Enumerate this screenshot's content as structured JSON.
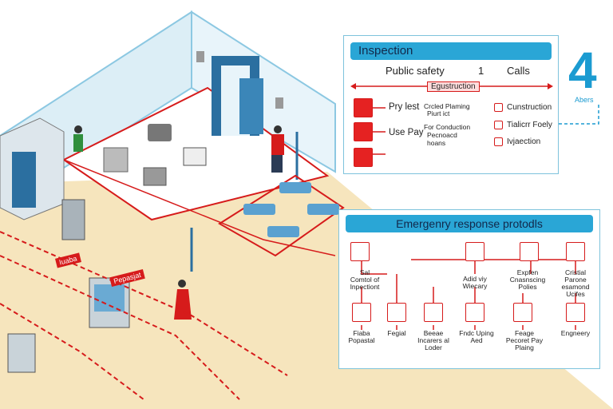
{
  "inspection": {
    "title": "Inspection",
    "topic": "Public safety",
    "number": "1",
    "calls": "Calls",
    "banner": "Egustruction",
    "left_rows": [
      {
        "main": "Pry lest",
        "note1": "Crcled Plaming",
        "note2": "Piurt ict"
      },
      {
        "main": "Use Pay",
        "note1": "For Conduction",
        "note2": "Pecnoacd",
        "note3": "hoans"
      }
    ],
    "right_items": [
      "Cunstruction",
      "Tialicrr Foely",
      "Ivjaection"
    ]
  },
  "badge": {
    "number": "4",
    "label": "Abers"
  },
  "protocols": {
    "title": "Emergenry response protodls",
    "top_labels": [
      {
        "lines": [
          "Sal",
          "Comtol of",
          "Inpectiont"
        ]
      },
      {
        "lines": [
          "Adid viy",
          "Wiecary"
        ]
      },
      {
        "lines": [
          "Expfen",
          "Cnasnscing",
          "Polies"
        ]
      },
      {
        "lines": [
          "Cristial",
          "Parone",
          "esamond",
          "Ucifes"
        ]
      }
    ],
    "bottom_labels": [
      {
        "lines": [
          "Fiaba",
          "Popastal"
        ]
      },
      {
        "lines": [
          "Fegial"
        ]
      },
      {
        "lines": [
          "Beeae",
          "Incarers al",
          "Loder"
        ]
      },
      {
        "lines": [
          "Fndc Uping",
          "Aed"
        ]
      },
      {
        "lines": [
          "Feage",
          "Pecoret Pay",
          "Plaing"
        ]
      },
      {
        "lines": [
          "Engneery"
        ]
      }
    ]
  },
  "floor_tags": [
    "Iuaba",
    "Pepasjat"
  ],
  "colors": {
    "accent_blue": "#2aa6d6",
    "alert_red": "#d61b1b",
    "floor": "#f6e5bd",
    "wall": "#dceef6"
  }
}
